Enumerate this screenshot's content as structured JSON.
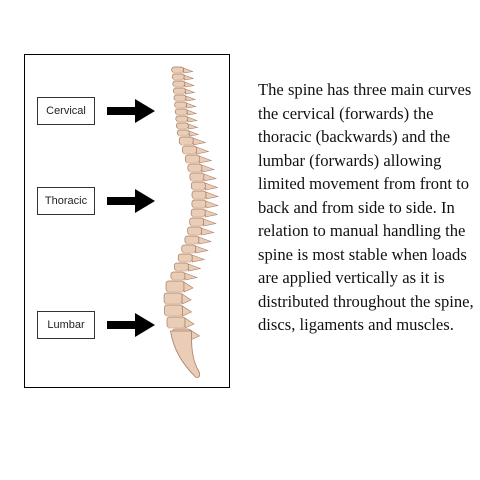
{
  "diagram": {
    "labels": {
      "cervical": "Cervical",
      "thoracic": "Thoracic",
      "lumbar": "Lumbar"
    }
  },
  "description": {
    "lines": [
      "The spine has three main curves",
      "the cervical (forwards) the",
      "thoracic (backwards) and the",
      "lumbar (forwards) allowing",
      "limited movement from front to",
      "back and from side to side. In",
      "relation to manual handling the",
      "spine is most stable when loads",
      "are applied vertically as it is",
      "distributed throughout the spine,",
      "discs, ligaments and muscles."
    ]
  },
  "colors": {
    "bone": "#e9cdb6",
    "bone_outline": "#a97c62",
    "disc": "#f3e4d6",
    "arrow": "#000000"
  }
}
